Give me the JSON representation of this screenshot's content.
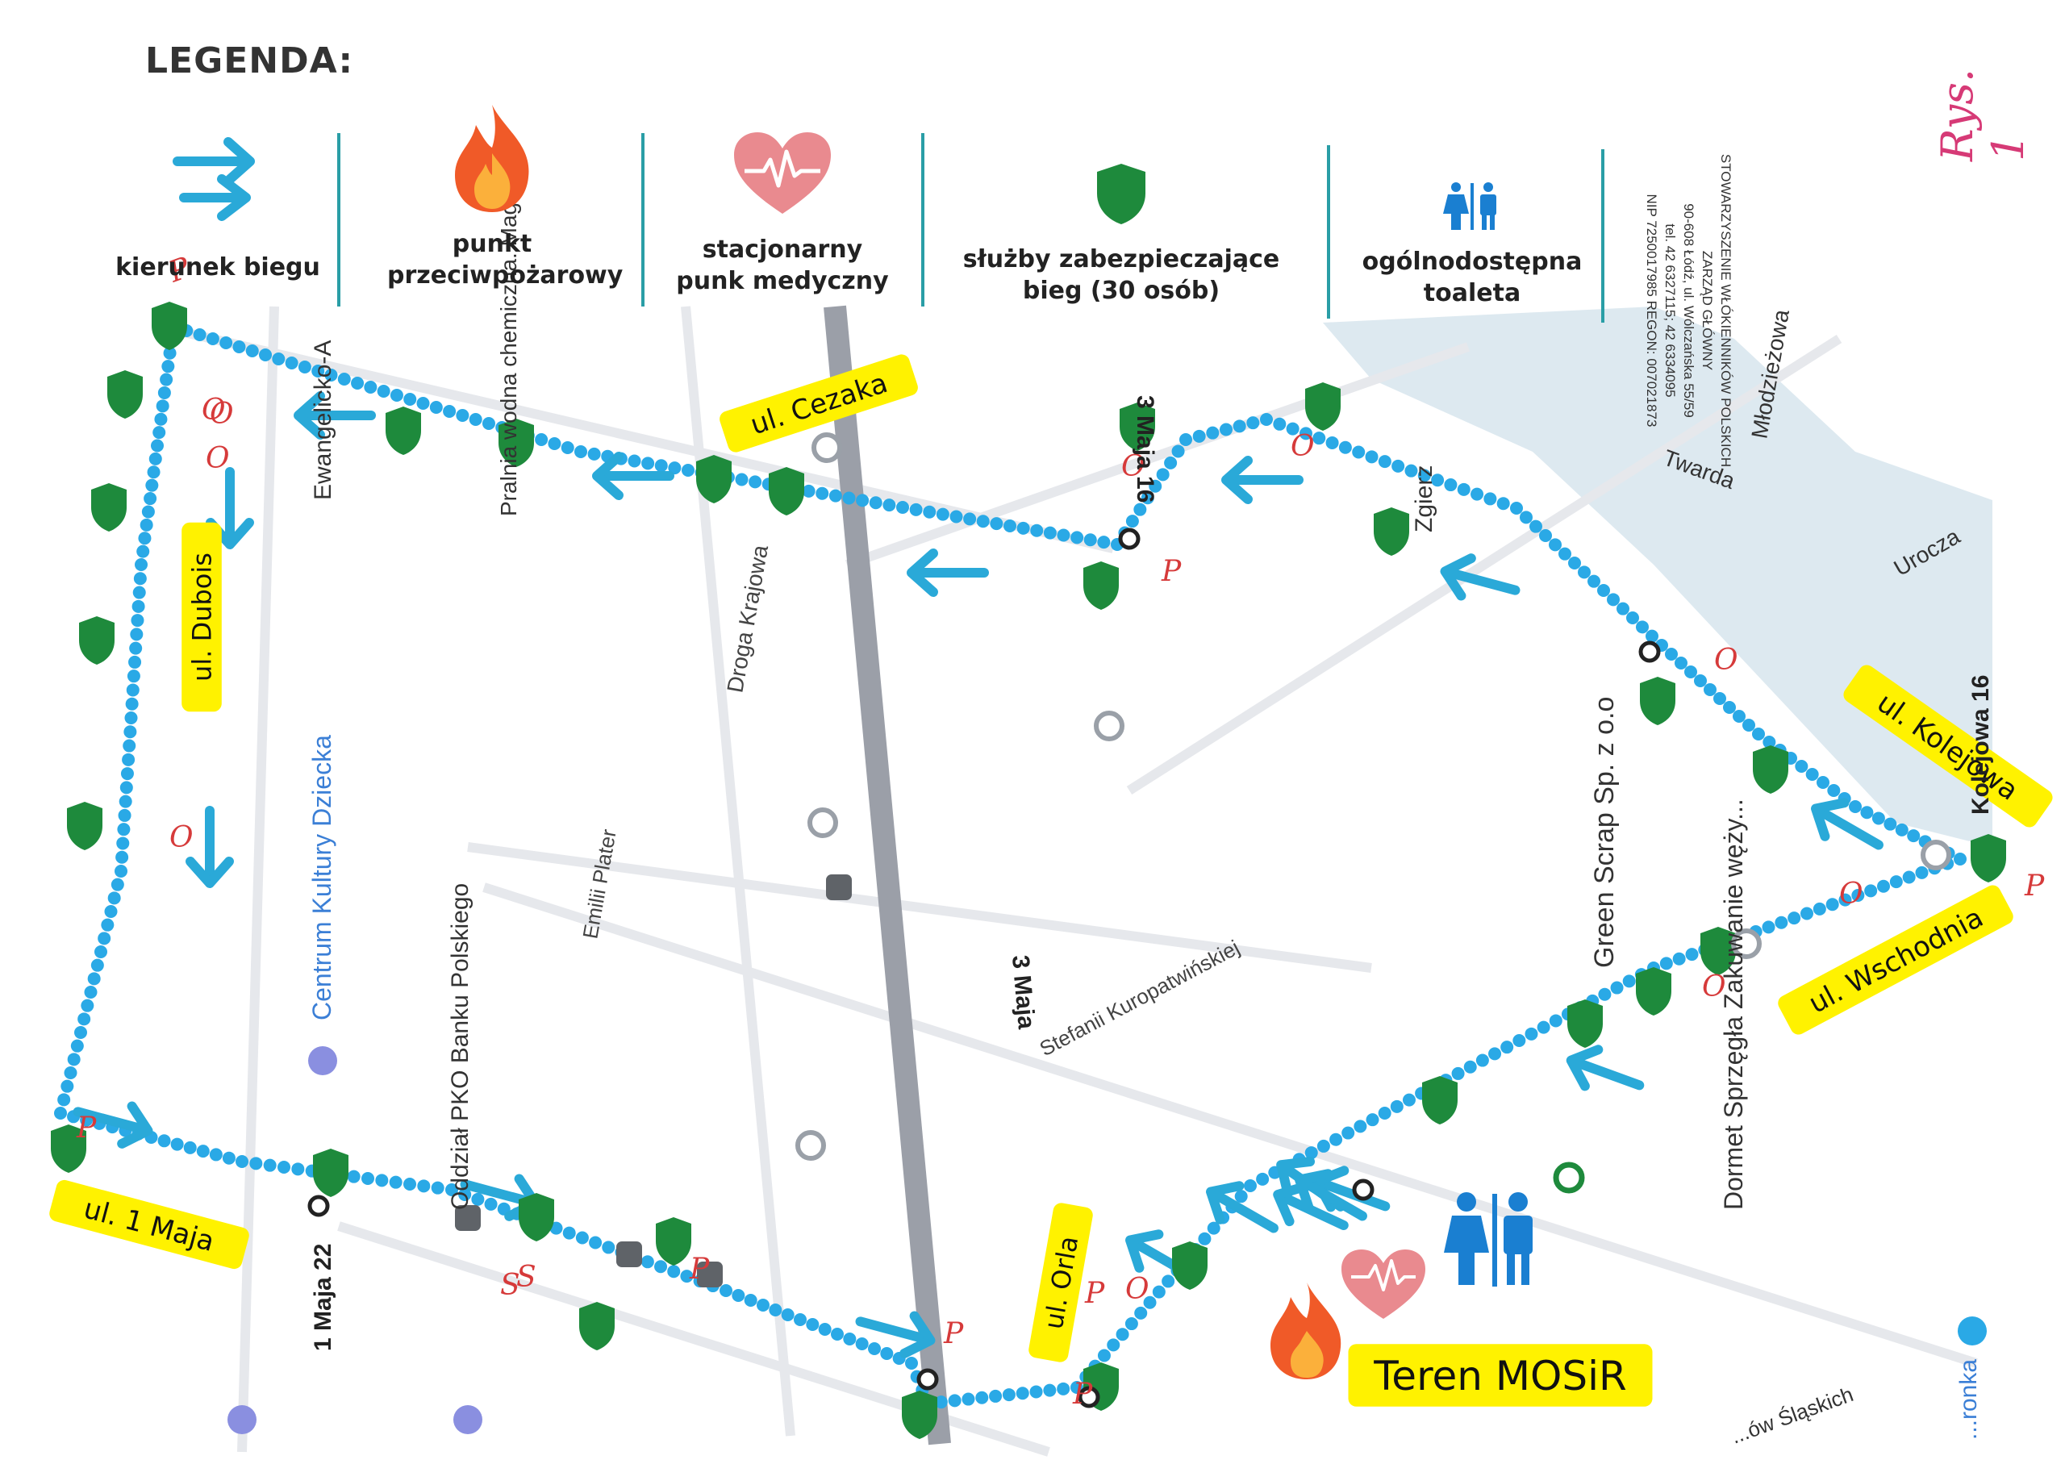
{
  "legend": {
    "title": "LEGENDA:",
    "items": [
      {
        "label": "kierunek biegu",
        "icon": "arrow-right-icon"
      },
      {
        "label": "punkt przeciwpożarowy",
        "icon": "fire-icon"
      },
      {
        "label": "stacjonarny punk medyczny",
        "icon": "heart-pulse-icon"
      },
      {
        "label": "służby zabezpieczające bieg (30 osób)",
        "icon": "shield-icon"
      },
      {
        "label": "ogólnodostępna toaleta",
        "icon": "toilet-icon"
      }
    ]
  },
  "organization": {
    "lines": [
      "STOWARZYSZENIE WŁÓKIENNIKÓW POLSKICH",
      "ZARZĄD GŁÓWNY",
      "90-608 Łódź, ul. Wólczańska 55/59",
      "tel. 42 6327115; 42 6334095",
      "NIP 7250017985 REGON: 007021873"
    ]
  },
  "figure_label": "Rys. 1",
  "street_labels": {
    "cezaka": "ul. Cezaka",
    "dubois": "ul. Dubois",
    "kolejowa": "ul. Kolejowa",
    "wschodnia": "ul. Wschodnia",
    "maja1": "ul. 1 Maja",
    "orla": "ul. Orla",
    "mosir": "Teren MOSiR"
  },
  "map_labels": {
    "centrum": "Centrum Kultury Dziecka",
    "pko": "Oddział PKO Banku Polskiego",
    "green_scrap": "Green Scrap Sp. z o.o",
    "dormet": "Dormet Sprzęgła Zakuwanie węży...",
    "kuropatwinskiej": "Stefanii Kuropatwińskiej",
    "trzeciego_maja": "3 Maja",
    "droga_krajowa": "Droga Krajowa",
    "emilii_plater": "Emilii Plater",
    "maja_22": "1 Maja 22",
    "kolejowa_16": "Kolejowa 16",
    "twarda": "Twarda",
    "mlodziezowa": "Młodzieżowa",
    "urocza": "Urocza",
    "zgierz": "Zgierz",
    "pralnia": "Pralnia wodna chemiczna. Mag",
    "ewangelicko": "Ewangelicko-A",
    "maja16": "3 Maja 16",
    "slaskich": "...ów Śląskich",
    "bronka": "...ronka"
  },
  "colors": {
    "route_dot": "#2aa9e6",
    "arrow": "#2aa9d8",
    "shield": "#1e8a3c",
    "label_bg": "#fff200",
    "divider": "#2a9ea6",
    "road_grey": "#9b9fa8",
    "ink_red": "#d63a3a",
    "water": "#cfe0ea"
  }
}
